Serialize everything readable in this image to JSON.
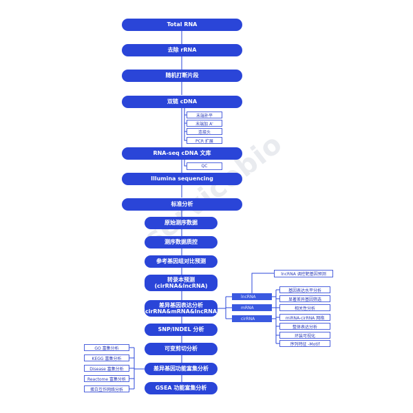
{
  "main_steps": [
    "Total RNA",
    "去除 rRNA",
    "随机打断片段",
    "双链 cDNA",
    "RNA-seq cDNA 文库",
    "Illumina sequencing",
    "标准分析"
  ],
  "cdna_steps": [
    "末端补平",
    "末端加 A'",
    "连接头",
    "PCR 扩展"
  ],
  "qc_label": "QC",
  "analysis_steps": [
    "原始测序数据",
    "测序数据质控",
    "参考基因组对比预测",
    "转录本预测\n(cirRNA&lncRNA)",
    "差异基因表达分析\n(cirRNA&mRNA&lncRNA)",
    "SNP/INDEL 分析",
    "可变剪切分析",
    "差异基因功能富集分析",
    "GSEA 功能富集分析"
  ],
  "rna_types": [
    "lncRNA",
    "mRNA",
    "cirRNA"
  ],
  "lncrna_target": "lncRNA 调控靶基因预测",
  "right_analyses": [
    "基因表达水平分析",
    "显著差异基因筛选",
    "相关性分析",
    "miRNA-cirRNA 网络",
    "整体表达分析",
    "环装可视化",
    "序列特征 -Motif"
  ],
  "enrichment": [
    "GO 富集分析",
    "KEGG 富集分析",
    "Disease 富集分析",
    "Reactome 富集分析",
    "蛋白互作网络分析"
  ],
  "watermark": "servicebio"
}
